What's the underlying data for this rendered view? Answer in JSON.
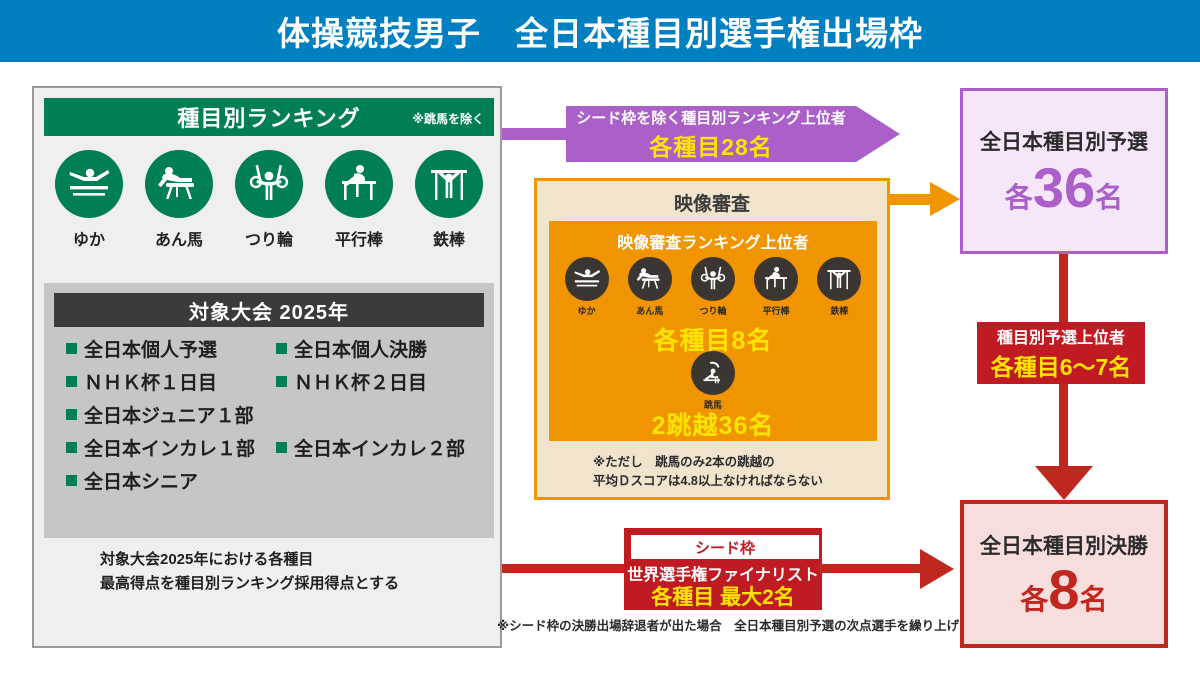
{
  "header": {
    "title": "体操競技男子　全日本種目別選手権出場枠"
  },
  "ranking_panel": {
    "header_title": "種目別ランキング",
    "header_note": "※跳馬を除く",
    "apparatus": [
      {
        "label": "ゆか",
        "icon": "floor-exercise-icon"
      },
      {
        "label": "あん馬",
        "icon": "pommel-horse-icon"
      },
      {
        "label": "つり輪",
        "icon": "rings-icon"
      },
      {
        "label": "平行棒",
        "icon": "parallel-bars-icon"
      },
      {
        "label": "鉄棒",
        "icon": "horizontal-bar-icon"
      }
    ],
    "competitions": {
      "title": "対象大会 2025年",
      "items": [
        "全日本個人予選",
        "全日本個人決勝",
        "ＮＨＫ杯１日目",
        "ＮＨＫ杯２日目",
        "全日本ジュニア１部",
        "全日本インカレ１部",
        "全日本インカレ２部",
        "全日本シニア"
      ]
    },
    "note_line1": "対象大会2025年における各種目",
    "note_line2": "最高得点を種目別ランキング採用得点とする"
  },
  "purple_banner": {
    "line1": "シード枠を除く種目別ランキング上位者",
    "line2": "各種目28名"
  },
  "video_review": {
    "title": "映像審査",
    "inner_title": "映像審査ランキング上位者",
    "apparatus": [
      {
        "label": "ゆか",
        "icon": "floor-exercise-icon"
      },
      {
        "label": "あん馬",
        "icon": "pommel-horse-icon"
      },
      {
        "label": "つり輪",
        "icon": "rings-icon"
      },
      {
        "label": "平行棒",
        "icon": "parallel-bars-icon"
      },
      {
        "label": "鉄棒",
        "icon": "horizontal-bar-icon"
      }
    ],
    "count1": "各種目8名",
    "vault": {
      "label": "跳馬",
      "icon": "vault-icon"
    },
    "count2": "2跳越36名",
    "note_line1": "※ただし　跳馬のみ2本の跳越の",
    "note_line2": "平均Ｄスコアは4.8以上なければならない"
  },
  "prelim_box": {
    "title": "全日本種目別予選",
    "count_prefix": "各",
    "count_number": "36",
    "count_suffix": "名"
  },
  "red_mid": {
    "line1": "種目別予選上位者",
    "line2": "各種目6〜7名"
  },
  "final_box": {
    "title": "全日本種目別決勝",
    "count_prefix": "各",
    "count_number": "8",
    "count_suffix": "名"
  },
  "seed_box": {
    "head": "シード枠",
    "line1": "世界選手権ファイナリスト",
    "line2": "各種目 最大2名"
  },
  "seed_note": "※シード枠の決勝出場辞退者が出た場合　全日本種目別予選の次点選手を繰り上げ",
  "colors": {
    "title_bar": "#0080c0",
    "green": "#007f52",
    "purple": "#ab5fc9",
    "orange": "#f09400",
    "red": "#c01b22",
    "yellow": "#ffe400",
    "dark": "#3b3b3b"
  }
}
